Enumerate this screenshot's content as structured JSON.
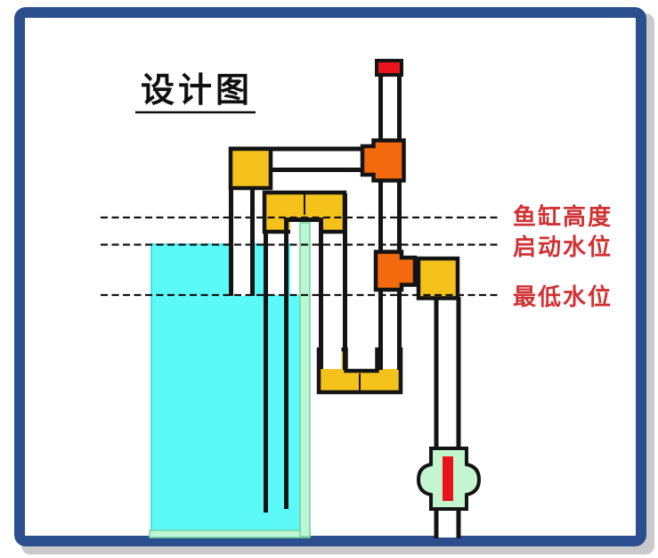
{
  "title": {
    "text": "设计图"
  },
  "water_level_labels": [
    {
      "id": "tank-height",
      "text": "鱼缸高度"
    },
    {
      "id": "start-level",
      "text": "启动水位"
    },
    {
      "id": "lowest-level",
      "text": "最低水位"
    }
  ],
  "diagram": {
    "type": "aquarium-siphon-overflow-design",
    "components": [
      "fish-tank",
      "tank-water",
      "tank-glass-wall",
      "intake-pipe",
      "intake-elbow",
      "horizontal-pipe",
      "vent-tee",
      "vent-pipe",
      "vent-end-cap",
      "siphon-u-fitting",
      "siphon-inner-bend",
      "bottom-u-fitting",
      "junction-tee",
      "outlet-elbow",
      "drain-pipe",
      "ball-valve",
      "valve-handle"
    ]
  },
  "colors": {
    "frame-blue": "#2B4F8E",
    "shadow-gray": "#C9C9CB",
    "outline-black": "#141414",
    "fitting-gold": "#F5C21B",
    "fitting-orange": "#F2690E",
    "cap-red": "#E9141B",
    "water-cyan": "#5CF9F9",
    "water-edge": "#2FD8DB",
    "glass-green": "#BDF6D2",
    "glass-edge": "#74D3A0",
    "valve-green": "#C3F5CF",
    "label-red": "#D03234"
  }
}
